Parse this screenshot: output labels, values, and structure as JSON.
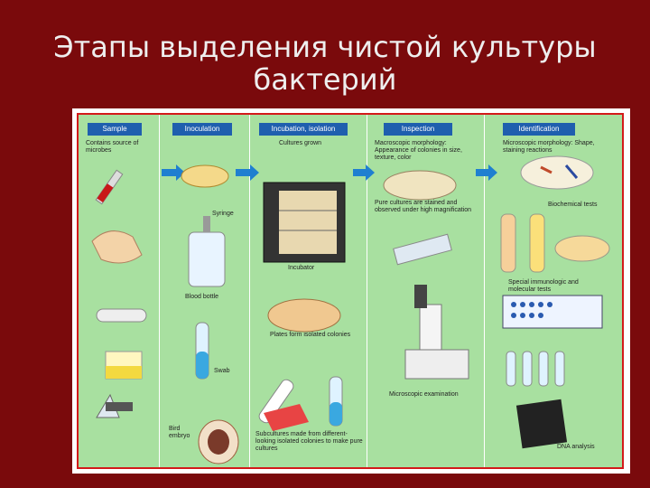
{
  "title_line1": "Этапы выделения чистой культуры",
  "title_line2": "бактерий",
  "stages": [
    {
      "tab": "Sample",
      "captions": [
        "Contains source of microbes",
        "Syringe",
        "Blood bottle",
        "Swab",
        "Bird embryo"
      ]
    },
    {
      "tab": "Inoculation",
      "captions": []
    },
    {
      "tab": "Incubation, isolation",
      "captions": [
        "Cultures grown",
        "Incubator",
        "Plates form isolated colonies",
        "Subcultures made from different-looking isolated colonies to make pure cultures"
      ]
    },
    {
      "tab": "Inspection",
      "captions": [
        "Macroscopic morphology: Appearance of colonies in size, texture, color",
        "Pure cultures are stained and observed under high magnification",
        "Microscopic examination"
      ]
    },
    {
      "tab": "Identification",
      "captions": [
        "Microscopic morphology: Shape, staining reactions",
        "Biochemical tests",
        "Special immunologic and molecular tests",
        "DNA analysis"
      ]
    }
  ],
  "colors": {
    "background": "#7a0a0c",
    "panel": "#a8e0a0",
    "tab": "#1f5fae",
    "arrow": "#1f7fd0",
    "border": "#d31a1a"
  }
}
